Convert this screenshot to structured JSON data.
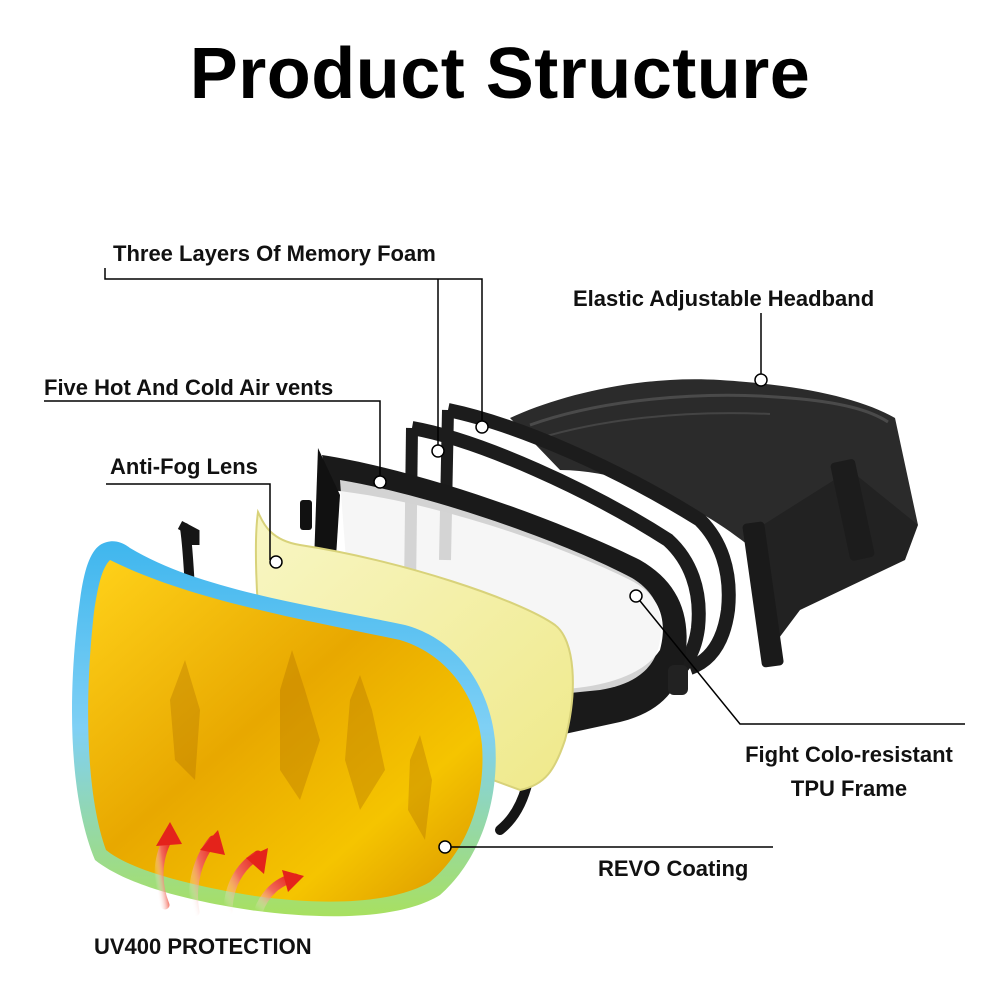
{
  "title": "Product Structure",
  "labels": {
    "memory_foam": "Three Layers Of Memory Foam",
    "headband": "Elastic Adjustable Headband",
    "air_vents": "Five Hot And Cold Air vents",
    "antifog_lens": "Anti-Fog Lens",
    "frame_line1": "Fight Colo-resistant",
    "frame_line2": "TPU Frame",
    "revo_coating": "REVO Coating",
    "uv_protection": "UV400 PROTECTION"
  },
  "colors": {
    "background": "#ffffff",
    "text": "#111111",
    "leader_line": "#000000",
    "revo_lens": "#e8b400",
    "lens_edge": "#4fb8e8",
    "antifog_lens": "#f3f0a2",
    "frame": "#1a1a1a",
    "strap": "#2a2a2a",
    "uv_arrows": "#e4231b"
  },
  "icons": [
    "uv-heat-arrows-icon"
  ]
}
